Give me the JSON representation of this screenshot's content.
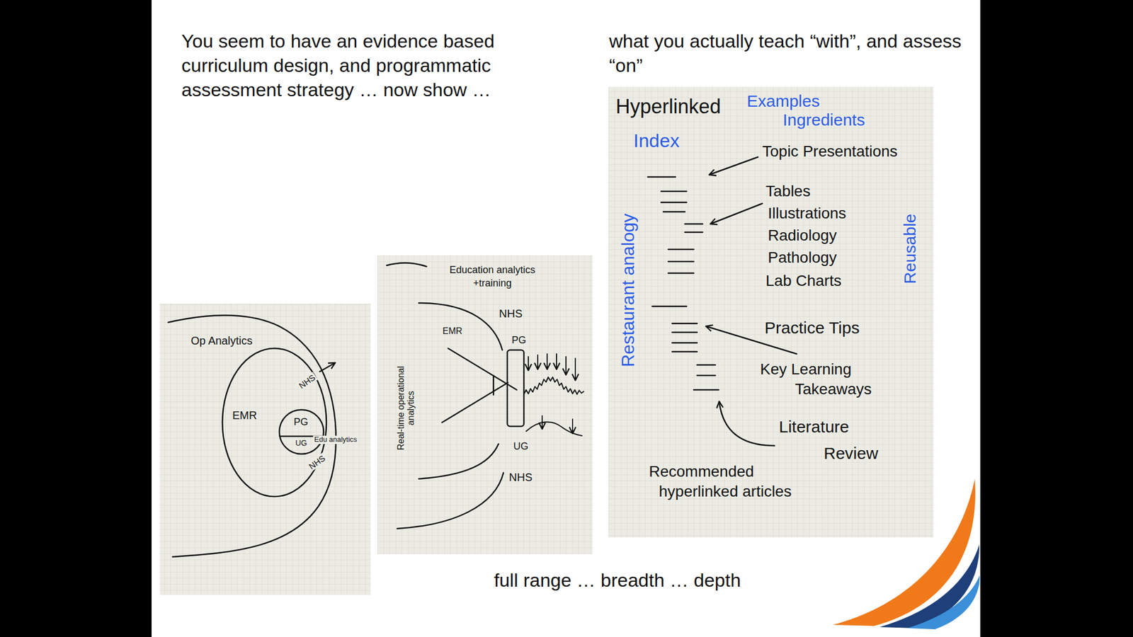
{
  "diagram": {
    "title": "You seem to have an evidence based curriculum design, and programmatic assessment strategy … now show …",
    "caption": "full range … breadth … depth",
    "nodes": [
      {
        "text": [
          "Op Analytics"
        ]
      },
      {
        "text": [
          "EMR"
        ],
        "in": 0
      },
      {
        "text": [
          "PG",
          "UG"
        ],
        "in": 1
      }
    ],
    "labels": [
      "what you actually teach “with”, and assess “on”",
      "NHS",
      "Edu analytics",
      "NHS",
      "Education analytics +training",
      "NHS",
      "EMR",
      "PG",
      "Real-time operational analytics",
      "UG",
      "NHS",
      "Hyperlinked",
      "Examples",
      "Ingredients",
      "Index",
      "Topic Presentations",
      "Tables",
      "Illustrations",
      "Radiology",
      "Pathology",
      "Lab Charts",
      "Reusable",
      "Restaurant analogy",
      "Practice Tips",
      "Key Learning Takeaways",
      "Literature Review",
      "Recommended hyperlinked articles"
    ]
  }
}
